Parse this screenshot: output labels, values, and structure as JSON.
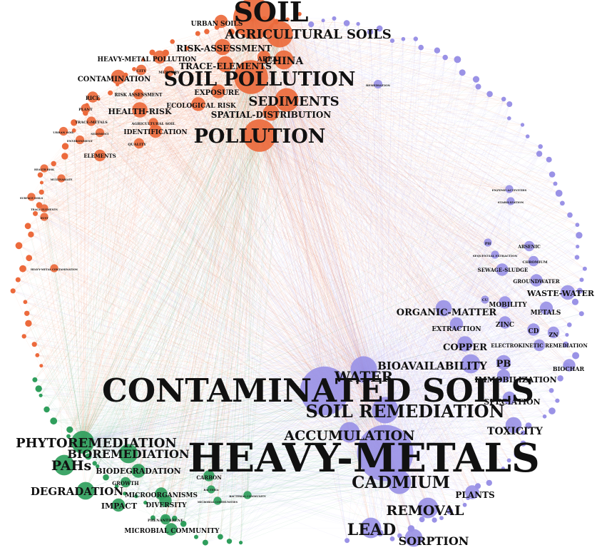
{
  "colors": {
    "orange": "#ec6a3c",
    "purple": "#9a92e6",
    "green": "#2f9e5c",
    "edge_orange": "#ec7a4a",
    "edge_purple": "#a7a0ec",
    "edge_green": "#3aa86a",
    "label": "#111111"
  },
  "network": {
    "clusters": [
      {
        "id": "orange",
        "keywords": [
          {
            "label": "SOIL",
            "weight": 5
          },
          {
            "label": "AGRICULTURAL SOILS",
            "weight": 3
          },
          {
            "label": "URBAN SOILS",
            "weight": 1.2
          },
          {
            "label": "RISK-ASSESSMENT",
            "weight": 1.6
          },
          {
            "label": "CHINA",
            "weight": 2
          },
          {
            "label": "AREA",
            "weight": 1.2
          },
          {
            "label": "HEAVY-METAL POLLUTION",
            "weight": 1.2
          },
          {
            "label": "TRACE-ELEMENTS",
            "weight": 1.6
          },
          {
            "label": "SOIL POLLUTION",
            "weight": 4
          },
          {
            "label": "CONTAMINATION",
            "weight": 1.4
          },
          {
            "label": "CITY",
            "weight": 0.8
          },
          {
            "label": "MERCURY",
            "weight": 0.8
          },
          {
            "label": "EXPOSURE",
            "weight": 1.3
          },
          {
            "label": "SEDIMENTS",
            "weight": 2.6
          },
          {
            "label": "RISK ASSESSMENT",
            "weight": 0.8
          },
          {
            "label": "HEALTH-RISK",
            "weight": 1.5
          },
          {
            "label": "ECOLOGICAL RISK",
            "weight": 1.3
          },
          {
            "label": "SPATIAL-DISTRIBUTION",
            "weight": 1.6
          },
          {
            "label": "RICE",
            "weight": 0.9
          },
          {
            "label": "PLANT",
            "weight": 0.7
          },
          {
            "label": "TRACE-METALS",
            "weight": 0.7
          },
          {
            "label": "AGRICULTURAL SOIL",
            "weight": 0.7
          },
          {
            "label": "IDENTIFICATION",
            "weight": 1.2
          },
          {
            "label": "POLLUTION",
            "weight": 3.8
          },
          {
            "label": "URBAN SOIL",
            "weight": 0.6
          },
          {
            "label": "SEDIMENT",
            "weight": 0.6
          },
          {
            "label": "ENVIRONMENT",
            "weight": 0.6
          },
          {
            "label": "QUALITY",
            "weight": 0.8
          },
          {
            "label": "ELEMENTS",
            "weight": 1
          },
          {
            "label": "HEALTH RISK",
            "weight": 0.5
          },
          {
            "label": "MULTIVARIATE",
            "weight": 0.5
          },
          {
            "label": "SURFACE SOILS",
            "weight": 0.5
          },
          {
            "label": "TRACE ELEMENTS",
            "weight": 0.5
          },
          {
            "label": "DUST",
            "weight": 0.5
          },
          {
            "label": "HEAVY-METAL CONTAMINATION",
            "weight": 0.5
          }
        ]
      },
      {
        "id": "purple",
        "keywords": [
          {
            "label": "CONTAMINATED SOILS",
            "weight": 6
          },
          {
            "label": "HEAVY-METALS",
            "weight": 7
          },
          {
            "label": "WATER",
            "weight": 3
          },
          {
            "label": "SOIL REMEDIATION",
            "weight": 3
          },
          {
            "label": "BIOAVAILABILITY",
            "weight": 2
          },
          {
            "label": "ACCUMULATION",
            "weight": 2.2
          },
          {
            "label": "CADMIUM",
            "weight": 2.6
          },
          {
            "label": "REMOVAL",
            "weight": 2.2
          },
          {
            "label": "LEAD",
            "weight": 2.2
          },
          {
            "label": "SORPTION",
            "weight": 1.8
          },
          {
            "label": "PLANTS",
            "weight": 1.3
          },
          {
            "label": "TOXICITY",
            "weight": 1.6
          },
          {
            "label": "SPECIATION",
            "weight": 1.2
          },
          {
            "label": "IMMOBILIZATION",
            "weight": 1.2
          },
          {
            "label": "PB",
            "weight": 1.4
          },
          {
            "label": "COPPER",
            "weight": 1.5
          },
          {
            "label": "ORGANIC-MATTER",
            "weight": 1.6
          },
          {
            "label": "EXTRACTION",
            "weight": 1.2
          },
          {
            "label": "ZINC",
            "weight": 1.1
          },
          {
            "label": "CD",
            "weight": 1.1
          },
          {
            "label": "ZN",
            "weight": 1
          },
          {
            "label": "ELECTROKINETIC REMEDIATION",
            "weight": 1
          },
          {
            "label": "BIOCHAR",
            "weight": 1.1
          },
          {
            "label": "METALS",
            "weight": 1.2
          },
          {
            "label": "MOBILITY",
            "weight": 1.1
          },
          {
            "label": "WASTE-WATER",
            "weight": 1.4
          },
          {
            "label": "GROUNDWATER",
            "weight": 1.1
          },
          {
            "label": "SEWAGE-SLUDGE",
            "weight": 1.1
          },
          {
            "label": "CHROMIUM",
            "weight": 0.8
          },
          {
            "label": "ARSENIC",
            "weight": 0.8
          },
          {
            "label": "REMEDIATION",
            "weight": 0.6
          },
          {
            "label": "STABILIZATION",
            "weight": 0.5
          },
          {
            "label": "ENZYME-ACTIVITIES",
            "weight": 0.5
          },
          {
            "label": "SEQUENTIAL EXTRACTION",
            "weight": 0.5
          },
          {
            "label": "CU",
            "weight": 0.5
          },
          {
            "label": "PH",
            "weight": 0.5
          }
        ]
      },
      {
        "id": "green",
        "keywords": [
          {
            "label": "PHYTOREMEDIATION",
            "weight": 2.5
          },
          {
            "label": "BIOREMEDIATION",
            "weight": 2
          },
          {
            "label": "PAHs",
            "weight": 2.2
          },
          {
            "label": "BIODEGRADATION",
            "weight": 1.3
          },
          {
            "label": "DEGRADATION",
            "weight": 1.8
          },
          {
            "label": "GROWTH",
            "weight": 0.8
          },
          {
            "label": "IMPACT",
            "weight": 1.2
          },
          {
            "label": "DIVERSITY",
            "weight": 1.1
          },
          {
            "label": "MICROORGANISMS",
            "weight": 1.1
          },
          {
            "label": "CARBON",
            "weight": 0.9
          },
          {
            "label": "PHENANTHRENE",
            "weight": 0.8
          },
          {
            "label": "MICROBIAL COMMUNITY",
            "weight": 1.1
          },
          {
            "label": "BACTERIA",
            "weight": 0.5
          },
          {
            "label": "BACTERIAL COMMUNITY",
            "weight": 0.5
          },
          {
            "label": "MICROBIAL COMMUNITIES",
            "weight": 0.5
          }
        ]
      }
    ]
  }
}
